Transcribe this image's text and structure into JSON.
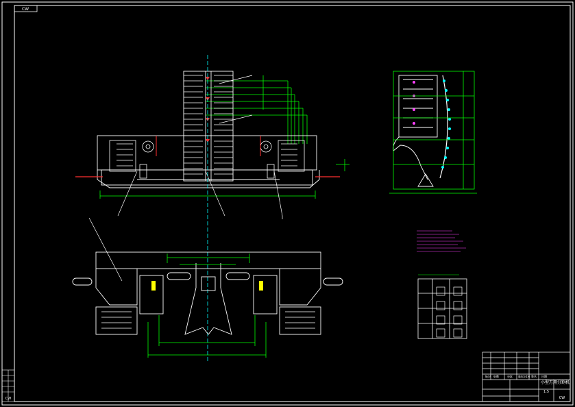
{
  "sheet": {
    "corner_tag": "CW",
    "colors": {
      "bg": "#000000",
      "white": "#ffffff",
      "green": "#00ff00",
      "red": "#ff3030",
      "yellow": "#ffff00",
      "cyan": "#00ffff",
      "magenta": "#ff40ff"
    }
  },
  "title_block": {
    "drawing_title": "小型万用分割机",
    "scale": "1:5",
    "code": "CW",
    "labels": [
      "标记",
      "处数",
      "分区",
      "更改文件号",
      "签名",
      "日期"
    ]
  },
  "left_strip": {
    "label": "CW"
  }
}
